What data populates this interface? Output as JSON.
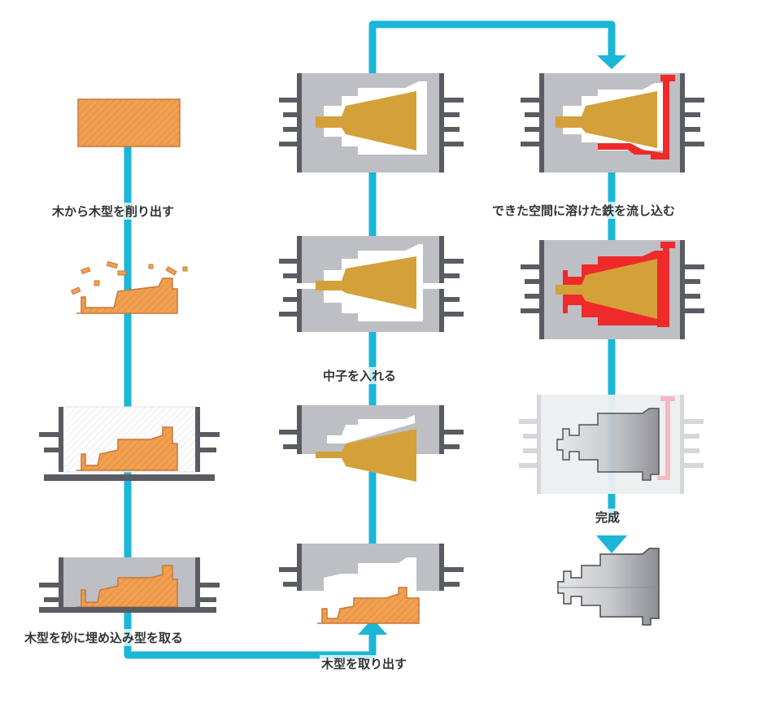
{
  "colors": {
    "flow": "#1bb6d8",
    "wood": "#f0a050",
    "wood_edge": "#c8773a",
    "sand": "#bdbfc4",
    "flask": "#5b5c63",
    "core": "#d4a03a",
    "iron": "#ee2a2a",
    "casting": "#9a9ca2"
  },
  "steps": [
    {
      "id": "carve",
      "label": "木から木型を削り出す"
    },
    {
      "id": "embed",
      "label": "木型を砂に埋め込み型を取る"
    },
    {
      "id": "remove",
      "label": "木型を取り出す"
    },
    {
      "id": "core",
      "label": "中子を入れる"
    },
    {
      "id": "pour",
      "label": "できた空間に溶けた鉄を流し込む"
    },
    {
      "id": "done",
      "label": "完成"
    }
  ]
}
